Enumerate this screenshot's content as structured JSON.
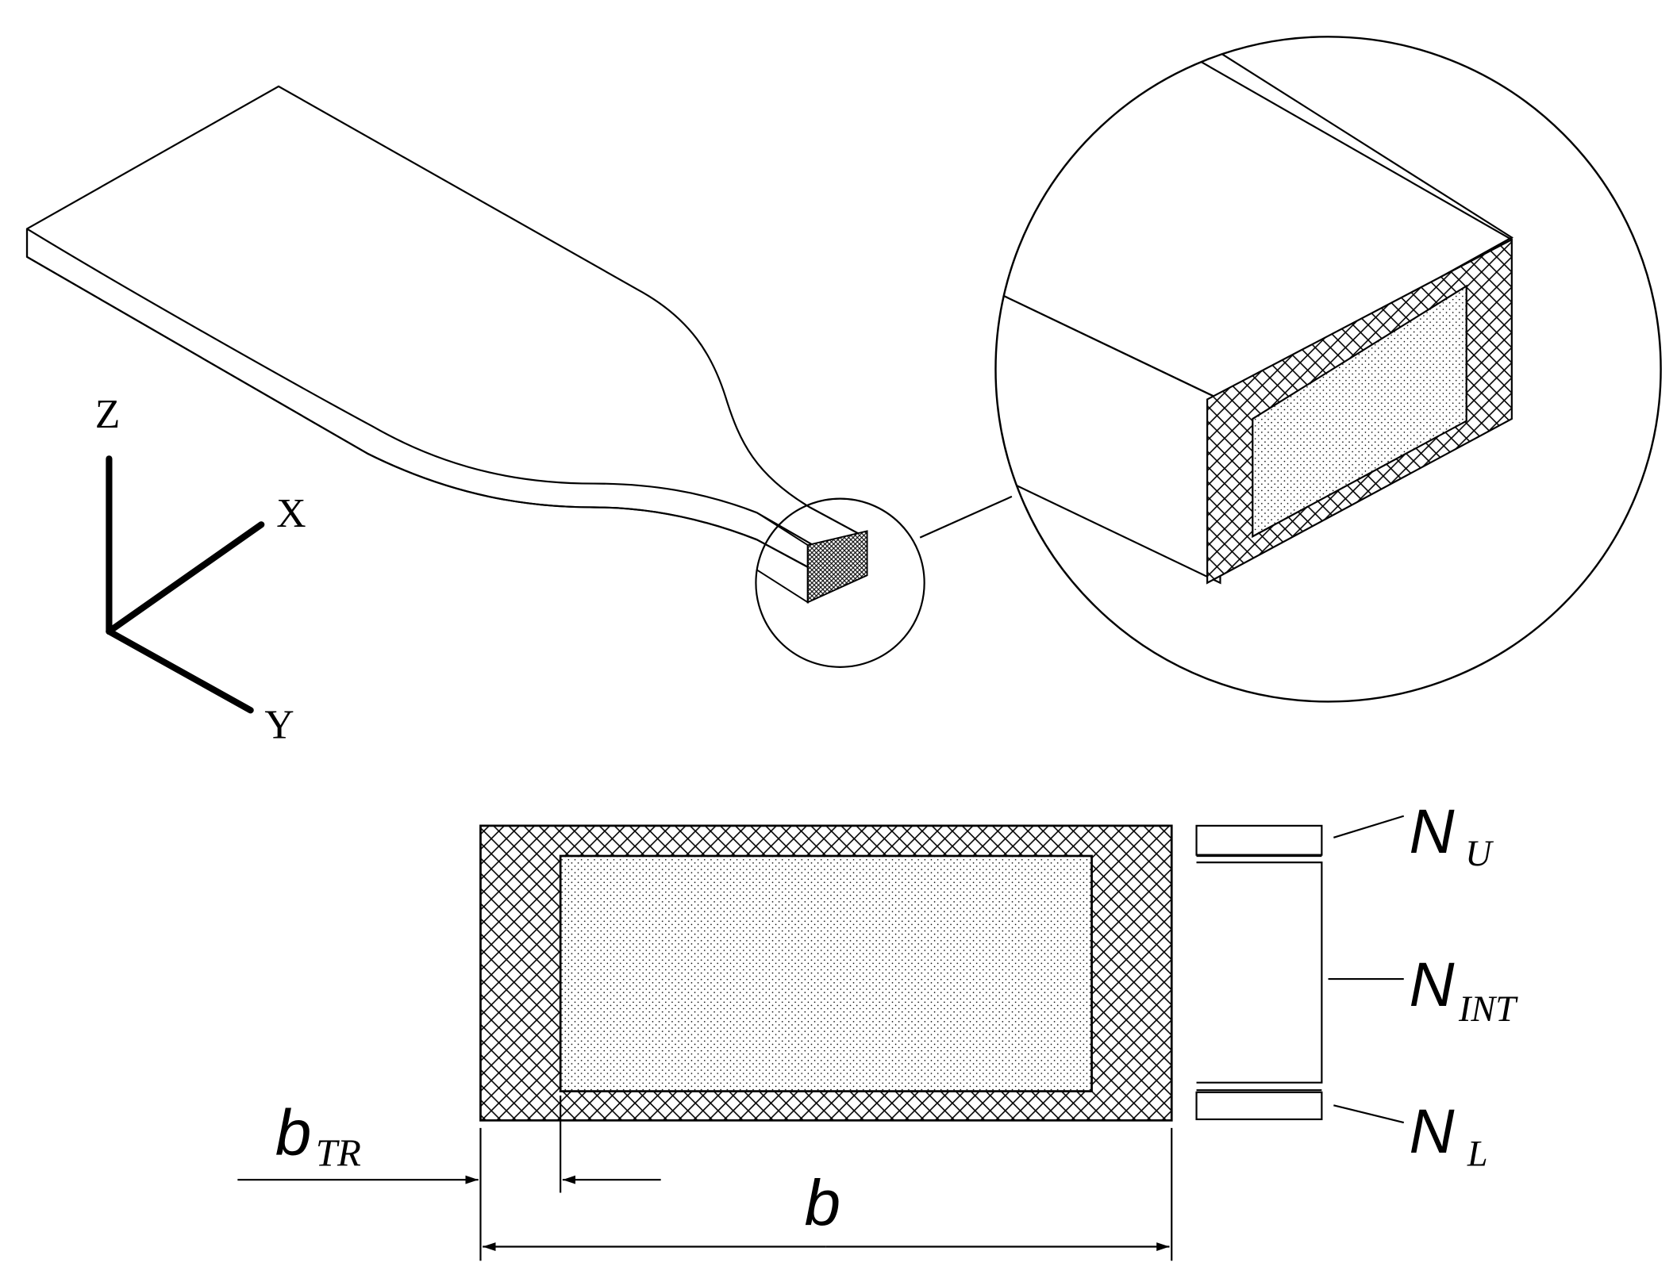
{
  "axes": {
    "z": "Z",
    "x": "X",
    "y": "Y"
  },
  "labels": {
    "nu_main": "N",
    "nu_sub": "U",
    "nint_main": "N",
    "nint_sub": "INT",
    "nl_main": "N",
    "nl_sub": "L",
    "btr_main": "b",
    "btr_sub": "TR",
    "b": "b"
  },
  "colors": {
    "line": "#000000",
    "background": "#ffffff"
  }
}
